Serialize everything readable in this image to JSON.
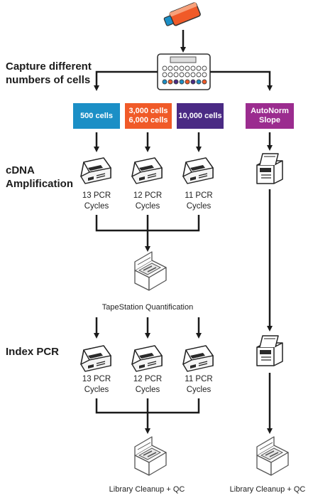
{
  "stages": {
    "capture": "Capture different numbers of cells",
    "cdna": "cDNA Amplification",
    "index": "Index PCR"
  },
  "boxes": [
    {
      "label": "500 cells",
      "color": "#1b8fc6"
    },
    {
      "label": "3,000 cells 6,000 cells",
      "color": "#f05a28"
    },
    {
      "label": "10,000 cells",
      "color": "#4a2a84"
    },
    {
      "label": "AutoNorm Slope",
      "color": "#9b2c8f"
    }
  ],
  "cdna_cycles": [
    "13 PCR Cycles",
    "12 PCR Cycles",
    "11 PCR Cycles"
  ],
  "index_cycles": [
    "13 PCR Cycles",
    "12 PCR Cycles",
    "11 PCR Cycles"
  ],
  "tapestation_label": "TapeStation Quantification",
  "cleanup_left": "Library Cleanup + QC",
  "cleanup_right": "Library Cleanup + QC",
  "icons": [
    "cell-culture-flask-icon",
    "cell-capture-plate-icon",
    "thermocycler-icon",
    "tapestation-icon",
    "autonorm-instrument-icon"
  ],
  "colors": {
    "line": "#1a1a1a",
    "flask": "#f05a28"
  }
}
